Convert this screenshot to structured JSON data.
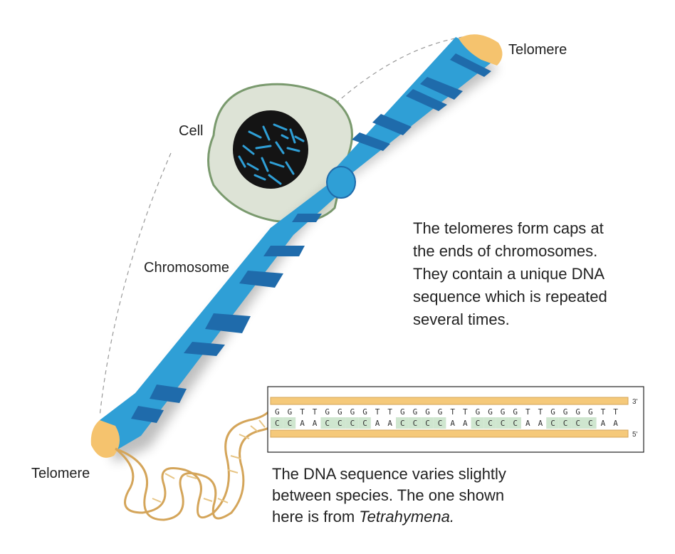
{
  "labels": {
    "cell": "Cell",
    "chromosome": "Chromosome",
    "telomere_top": "Telomere",
    "telomere_bottom": "Telomere"
  },
  "description": {
    "line1": "The telomeres form caps at",
    "line2": "the ends of chromosomes.",
    "line3": "They contain a unique DNA",
    "line4": "sequence which is repeated",
    "line5": "several times."
  },
  "caption": {
    "line1": "The DNA sequence varies slightly",
    "line2": "between species. The one shown",
    "line3_prefix": "here is from ",
    "line3_italic": "Tetrahymena."
  },
  "dna": {
    "top_strand": [
      "G",
      "G",
      "T",
      "T",
      "G",
      "G",
      "G",
      "G",
      "T",
      "T",
      "G",
      "G",
      "G",
      "G",
      "T",
      "T",
      "G",
      "G",
      "G",
      "G",
      "T",
      "T",
      "G",
      "G",
      "G",
      "G",
      "T",
      "T"
    ],
    "bottom_strand": [
      "C",
      "C",
      "A",
      "A",
      "C",
      "C",
      "C",
      "C",
      "A",
      "A",
      "C",
      "C",
      "C",
      "C",
      "A",
      "A",
      "C",
      "C",
      "C",
      "C",
      "A",
      "A",
      "C",
      "C",
      "C",
      "C",
      "A",
      "A"
    ],
    "top_end": "3'",
    "bottom_end": "5'"
  },
  "colors": {
    "chromosome_light": "#2f9fd6",
    "chromosome_dark": "#1f6bab",
    "telomere": "#f5c36e",
    "cell_fill": "#dde3d6",
    "cell_border": "#7a9a6e",
    "nucleus": "#141414",
    "strand": "#f5c97a",
    "base_highlight": "#cfe6cf"
  }
}
